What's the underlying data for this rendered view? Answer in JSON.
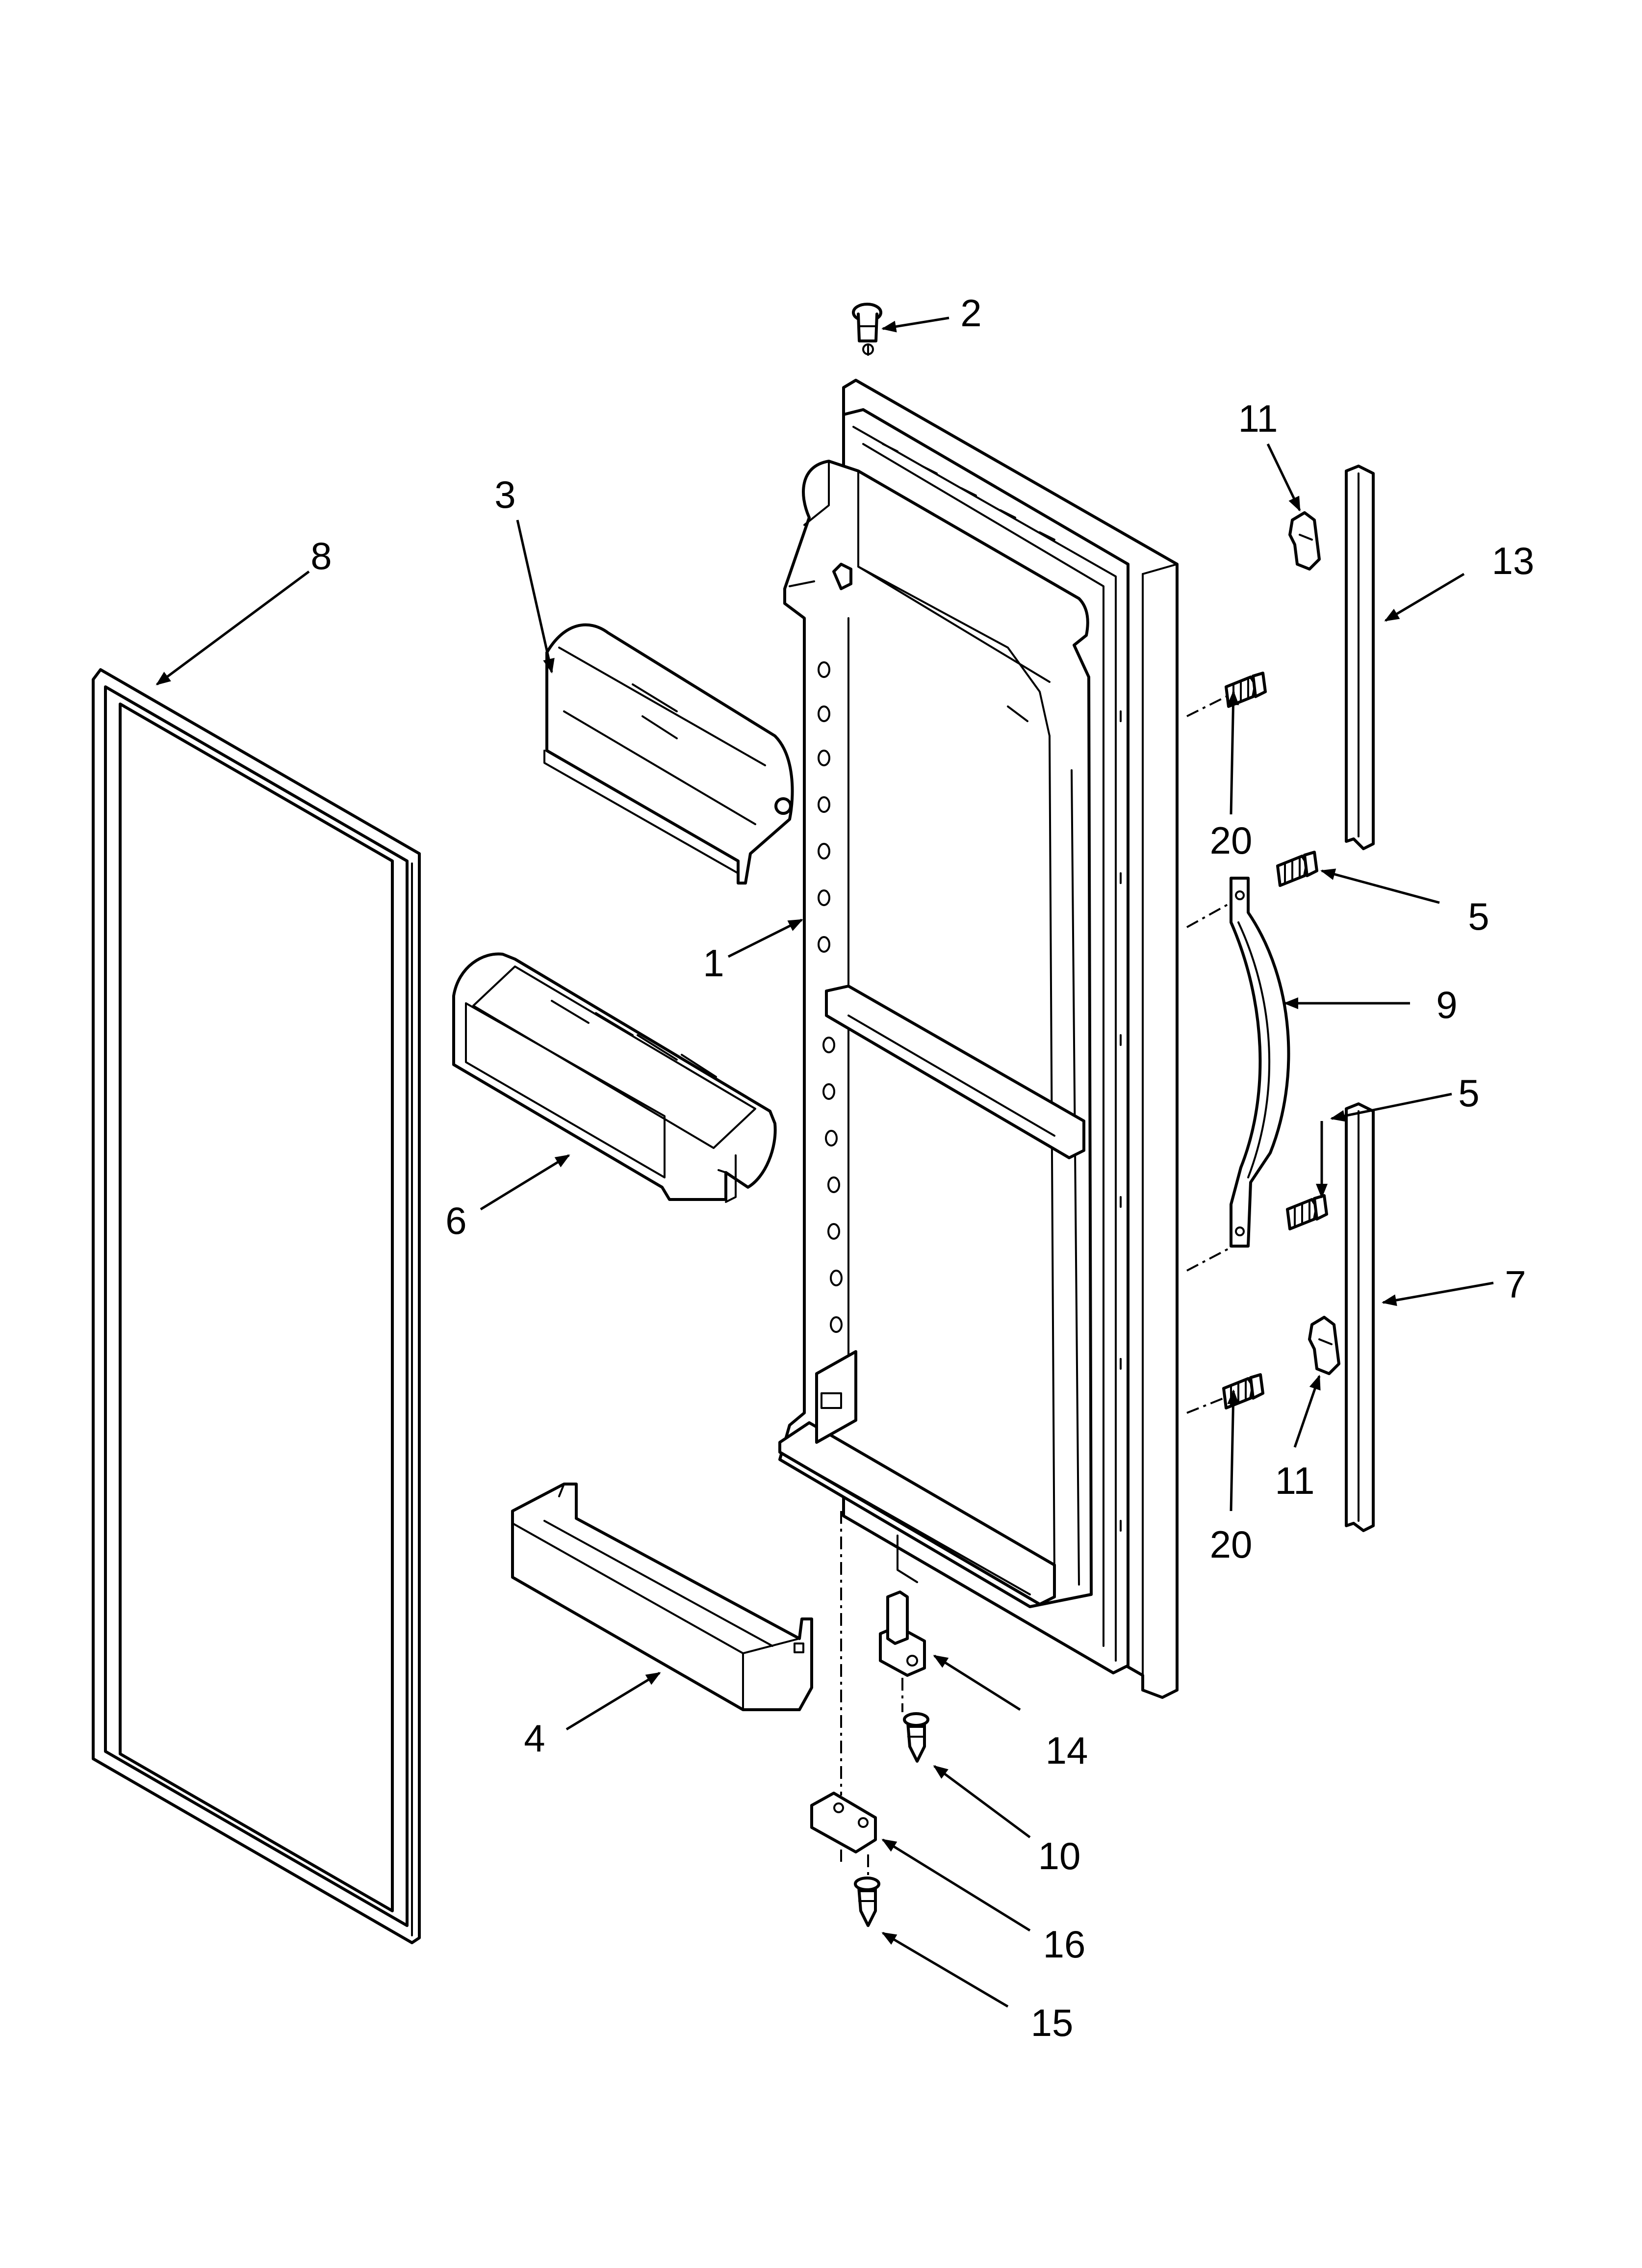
{
  "callouts": {
    "c1": "1",
    "c2": "2",
    "c3": "3",
    "c4": "4",
    "c5a": "5",
    "c5b": "5",
    "c6": "6",
    "c7": "7",
    "c8": "8",
    "c9": "9",
    "c10": "10",
    "c11a": "11",
    "c11b": "11",
    "c13": "13",
    "c14": "14",
    "c15": "15",
    "c16": "16",
    "c20a": "20",
    "c20b": "20"
  }
}
